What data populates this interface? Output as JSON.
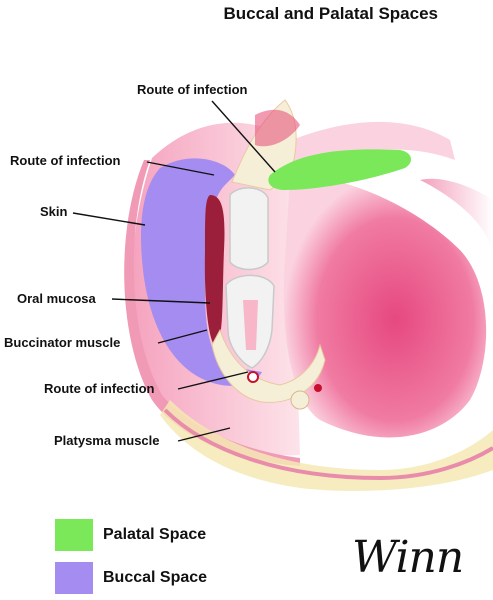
{
  "title": "Buccal and Palatal Spaces",
  "labels": {
    "route_top": "Route of infection",
    "route_left": "Route of infection",
    "skin": "Skin",
    "oral_mucosa": "Oral mucosa",
    "buccinator": "Buccinator muscle",
    "route_bottom": "Route of infection",
    "platysma": "Platysma muscle"
  },
  "legend": [
    {
      "label": "Palatal Space",
      "color": "#7be85a"
    },
    {
      "label": "Buccal Space",
      "color": "#a58cf0"
    }
  ],
  "colors": {
    "palatal": "#7be85a",
    "buccal": "#a58cf0",
    "tissue": "#ec6f9c",
    "tissue_light": "#f7c6d6",
    "bone": "#f6efd8",
    "tooth": "#f2f2f2",
    "fat": "#f4e9b4"
  },
  "signature": "Winn"
}
